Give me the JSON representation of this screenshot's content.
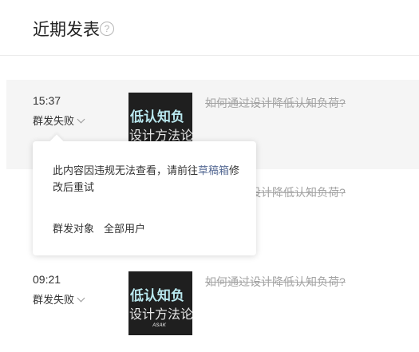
{
  "header": {
    "title": "近期发表",
    "help_glyph": "?"
  },
  "posts": [
    {
      "time": "15:37",
      "status": "群发失败",
      "thumb": {
        "line1": "低认知负",
        "line2": "设计方法论",
        "brand": ""
      },
      "title": "如何通过设计降低认知负荷?"
    },
    {
      "time": "",
      "status": "",
      "thumb": {
        "line1": "",
        "line2": "",
        "brand": ""
      },
      "title": "如何通过设计降低认知负荷?"
    },
    {
      "time": "09:21",
      "status": "群发失败",
      "thumb": {
        "line1": "低认知负",
        "line2": "设计方法论",
        "brand": "ASAK"
      },
      "title": "如何通过设计降低认知负荷?"
    }
  ],
  "popover": {
    "message_prefix": "此内容因违规无法查看，请前往",
    "message_link": "草稿箱",
    "message_suffix": "修改后重试",
    "target_label": "群发对象",
    "target_value": "全部用户"
  },
  "colors": {
    "link": "#576b95",
    "thumb_bg": "#1f1f1f",
    "thumb_accent": "#b9e8ef",
    "hover_row": "#f5f5f5",
    "muted_text": "#a3a3a3"
  }
}
